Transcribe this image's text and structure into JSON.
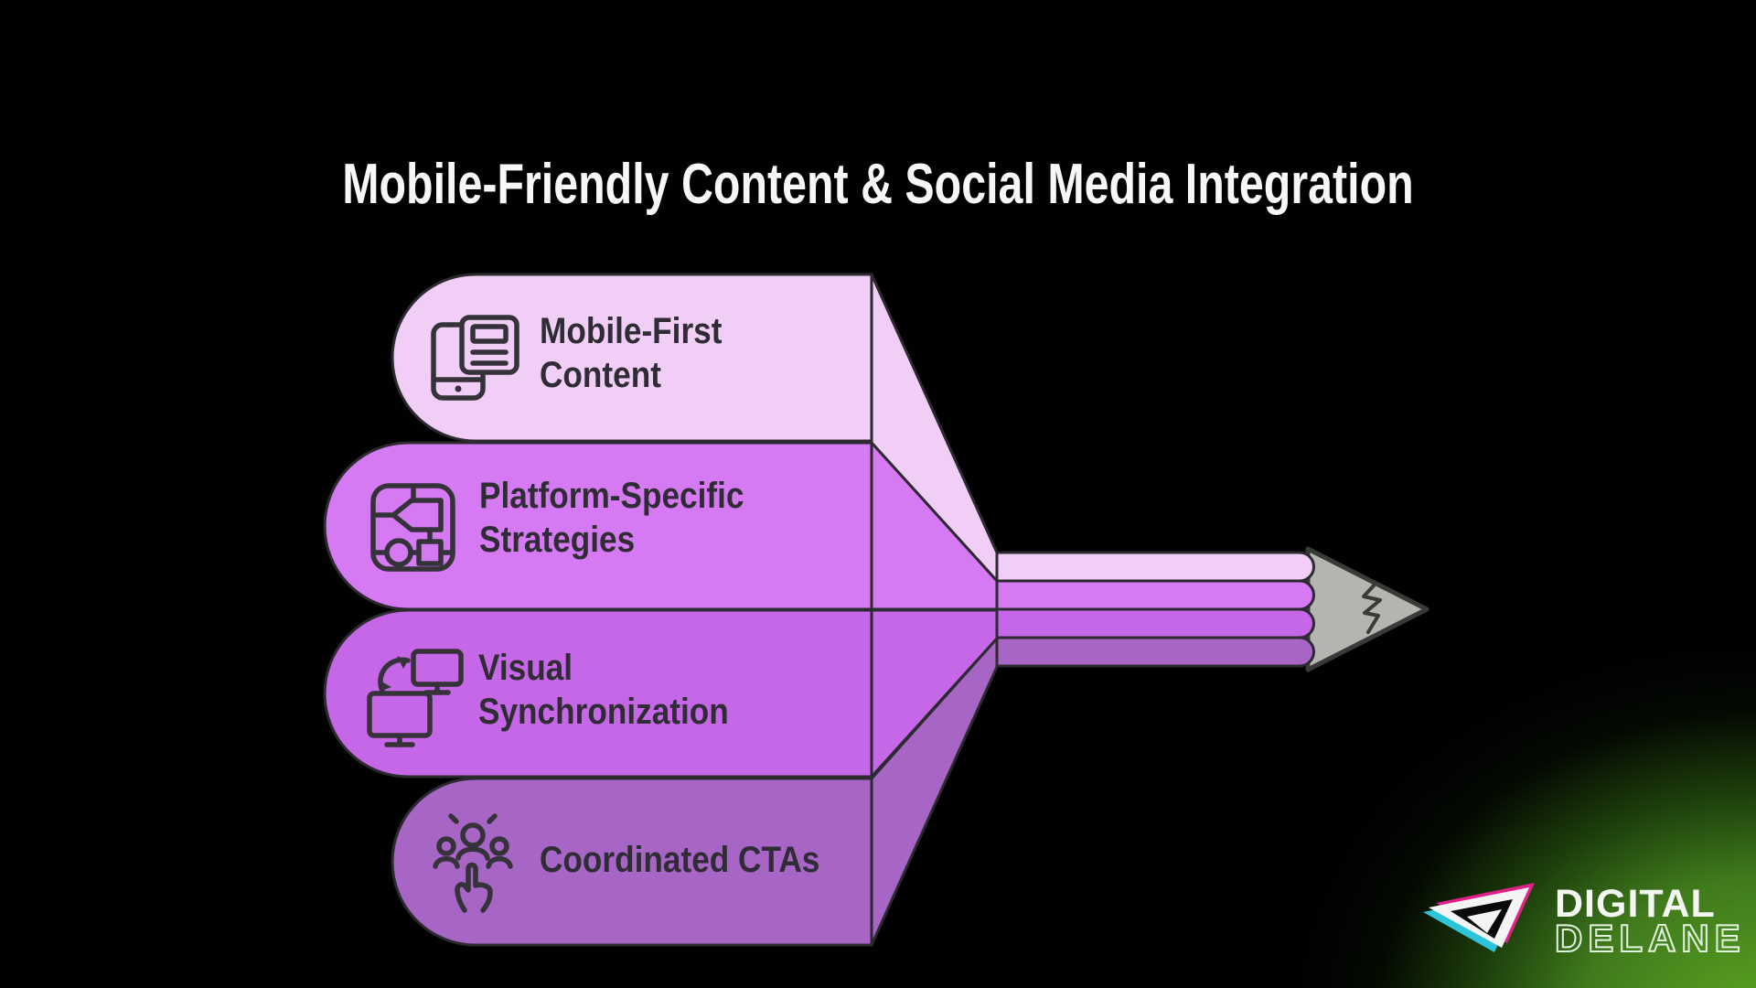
{
  "title": "Mobile-Friendly Content & Social Media Integration",
  "items": [
    {
      "label": "Mobile-First\nContent",
      "icon": "mobile-news-icon",
      "color": "#f0cef6"
    },
    {
      "label": "Platform-Specific\nStrategies",
      "icon": "strategy-flowchart-icon",
      "color": "#d57af2"
    },
    {
      "label": "Visual\nSynchronization",
      "icon": "screens-sync-icon",
      "color": "#c667e8"
    },
    {
      "label": "Coordinated CTAs",
      "icon": "audience-tap-icon",
      "color": "#a765c6"
    }
  ],
  "pencil": {
    "tip_color": "#b4b4b0",
    "outline_color": "#2c2a30"
  },
  "logo": {
    "word1": "DIGITAL",
    "word2": "DELANE",
    "accent_magenta": "#e0218a",
    "accent_cyan": "#2bc4d8"
  },
  "colors": {
    "background": "#010101",
    "glow_green": "#5aa321",
    "title_text": "#f7f7f7",
    "label_text": "#2f2c35"
  }
}
